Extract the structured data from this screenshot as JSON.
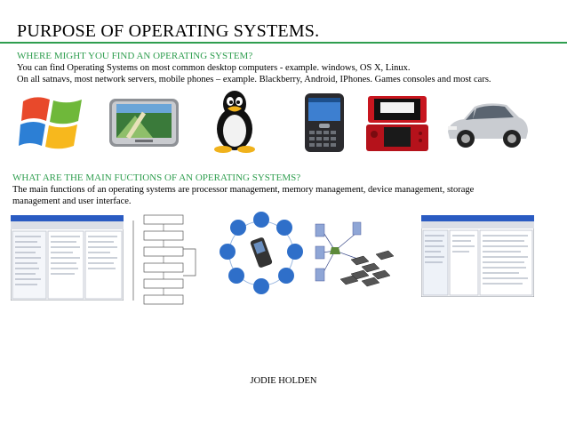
{
  "title": "PURPOSE OF OPERATING SYSTEMS.",
  "section1": {
    "heading": "WHERE MIGHT YOU FIND AN OPERATING SYSTEM?",
    "line1": "You  can find Operating Systems on most common desktop computers  - example. windows, OS X, Linux.",
    "line2": "On all satnavs, most network servers, mobile  phones – example. Blackberry, Android, IPhones. Games consoles and most cars."
  },
  "section1_images": [
    "windows-logo-icon",
    "satnav-icon",
    "linux-penguin-icon",
    "blackberry-phone-icon",
    "nintendo-3ds-icon",
    "car-icon"
  ],
  "section2": {
    "heading": "WHAT ARE THE MAIN FUCTIONS OF AN OPERATING SYSTEMS?",
    "line1": "The main functions of an operating systems are processor management, memory management, device management, storage",
    "line2": "management and user interface."
  },
  "section2_images": [
    "task-manager-screenshot",
    "memory-hierarchy-diagram",
    "device-management-diagram",
    "storage-network-diagram",
    "control-panel-screenshot"
  ],
  "author": "JODIE HOLDEN",
  "colors": {
    "accent": "#2f9e4f",
    "text": "#000000"
  }
}
